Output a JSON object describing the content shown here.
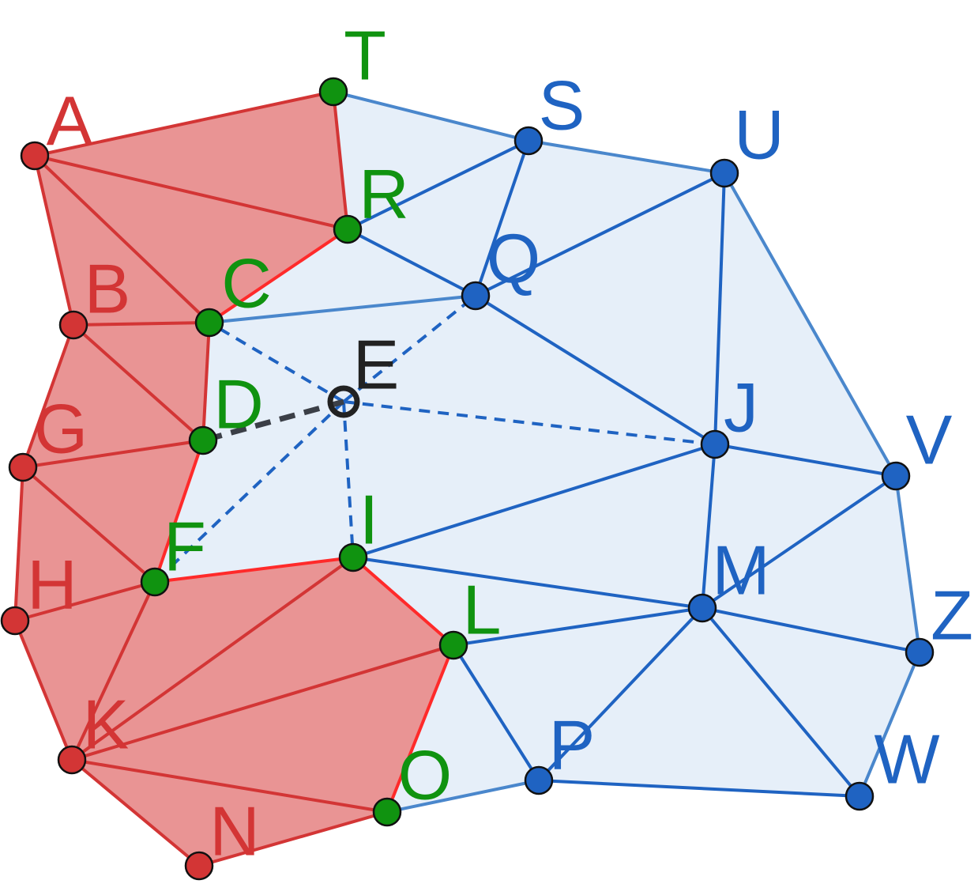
{
  "colors": {
    "red": "#d33535",
    "red_bright": "#ff2a2a",
    "red_fill": "#e99494",
    "blue": "#1f63c2",
    "blue_light": "#4a87cc",
    "blue_fill": "#e6eff9",
    "green": "#109310",
    "black": "#222222",
    "dash_dark": "#3b3f47"
  },
  "points": [
    {
      "id": "A",
      "label": "A",
      "group": "red"
    },
    {
      "id": "B",
      "label": "B",
      "group": "red"
    },
    {
      "id": "C",
      "label": "C",
      "group": "green"
    },
    {
      "id": "D",
      "label": "D",
      "group": "green"
    },
    {
      "id": "E",
      "label": "E",
      "group": "center"
    },
    {
      "id": "F",
      "label": "F",
      "group": "green"
    },
    {
      "id": "G",
      "label": "G",
      "group": "red"
    },
    {
      "id": "H",
      "label": "H",
      "group": "red"
    },
    {
      "id": "I",
      "label": "I",
      "group": "green"
    },
    {
      "id": "J",
      "label": "J",
      "group": "blue"
    },
    {
      "id": "K",
      "label": "K",
      "group": "red"
    },
    {
      "id": "L",
      "label": "L",
      "group": "green"
    },
    {
      "id": "M",
      "label": "M",
      "group": "blue"
    },
    {
      "id": "N",
      "label": "N",
      "group": "red"
    },
    {
      "id": "O",
      "label": "O",
      "group": "green"
    },
    {
      "id": "P",
      "label": "P",
      "group": "blue"
    },
    {
      "id": "Q",
      "label": "Q",
      "group": "blue"
    },
    {
      "id": "R",
      "label": "R",
      "group": "green"
    },
    {
      "id": "S",
      "label": "S",
      "group": "blue"
    },
    {
      "id": "T",
      "label": "T",
      "group": "green"
    },
    {
      "id": "U",
      "label": "U",
      "group": "blue"
    },
    {
      "id": "V",
      "label": "V",
      "group": "blue"
    },
    {
      "id": "W",
      "label": "W",
      "group": "blue"
    },
    {
      "id": "Z",
      "label": "Z",
      "group": "blue"
    }
  ],
  "red_region": [
    "A",
    "T",
    "R",
    "C",
    "D",
    "F",
    "I",
    "L",
    "O",
    "N",
    "K",
    "H",
    "G",
    "B"
  ],
  "blue_region": [
    "T",
    "S",
    "U",
    "V",
    "Z",
    "W",
    "P",
    "O",
    "L",
    "I",
    "F",
    "D",
    "C",
    "R"
  ],
  "edges": [
    {
      "a": "A",
      "b": "T",
      "style": "red"
    },
    {
      "a": "A",
      "b": "R",
      "style": "red"
    },
    {
      "a": "A",
      "b": "C",
      "style": "red"
    },
    {
      "a": "A",
      "b": "B",
      "style": "red"
    },
    {
      "a": "T",
      "b": "R",
      "style": "red"
    },
    {
      "a": "R",
      "b": "C",
      "style": "red_bright"
    },
    {
      "a": "B",
      "b": "C",
      "style": "red"
    },
    {
      "a": "B",
      "b": "D",
      "style": "red"
    },
    {
      "a": "B",
      "b": "G",
      "style": "red"
    },
    {
      "a": "C",
      "b": "D",
      "style": "red"
    },
    {
      "a": "D",
      "b": "G",
      "style": "red"
    },
    {
      "a": "D",
      "b": "F",
      "style": "red_bright"
    },
    {
      "a": "G",
      "b": "F",
      "style": "red"
    },
    {
      "a": "G",
      "b": "H",
      "style": "red"
    },
    {
      "a": "H",
      "b": "F",
      "style": "red"
    },
    {
      "a": "H",
      "b": "K",
      "style": "red"
    },
    {
      "a": "F",
      "b": "K",
      "style": "red"
    },
    {
      "a": "F",
      "b": "I",
      "style": "red_bright"
    },
    {
      "a": "K",
      "b": "I",
      "style": "red"
    },
    {
      "a": "K",
      "b": "L",
      "style": "red"
    },
    {
      "a": "K",
      "b": "O",
      "style": "red"
    },
    {
      "a": "K",
      "b": "N",
      "style": "red"
    },
    {
      "a": "I",
      "b": "L",
      "style": "red_bright"
    },
    {
      "a": "L",
      "b": "O",
      "style": "red_bright"
    },
    {
      "a": "N",
      "b": "O",
      "style": "red"
    },
    {
      "a": "T",
      "b": "S",
      "style": "blue_light"
    },
    {
      "a": "S",
      "b": "U",
      "style": "blue_light"
    },
    {
      "a": "U",
      "b": "V",
      "style": "blue_light"
    },
    {
      "a": "V",
      "b": "Z",
      "style": "blue_light"
    },
    {
      "a": "Z",
      "b": "W",
      "style": "blue_light"
    },
    {
      "a": "W",
      "b": "P",
      "style": "blue"
    },
    {
      "a": "P",
      "b": "O",
      "style": "blue_light"
    },
    {
      "a": "C",
      "b": "Q",
      "style": "blue_light"
    },
    {
      "a": "R",
      "b": "S",
      "style": "blue"
    },
    {
      "a": "R",
      "b": "Q",
      "style": "blue"
    },
    {
      "a": "S",
      "b": "Q",
      "style": "blue"
    },
    {
      "a": "Q",
      "b": "U",
      "style": "blue"
    },
    {
      "a": "Q",
      "b": "J",
      "style": "blue"
    },
    {
      "a": "U",
      "b": "J",
      "style": "blue"
    },
    {
      "a": "J",
      "b": "V",
      "style": "blue"
    },
    {
      "a": "J",
      "b": "I",
      "style": "blue"
    },
    {
      "a": "J",
      "b": "M",
      "style": "blue"
    },
    {
      "a": "I",
      "b": "M",
      "style": "blue"
    },
    {
      "a": "M",
      "b": "V",
      "style": "blue"
    },
    {
      "a": "M",
      "b": "Z",
      "style": "blue"
    },
    {
      "a": "M",
      "b": "L",
      "style": "blue"
    },
    {
      "a": "M",
      "b": "P",
      "style": "blue"
    },
    {
      "a": "M",
      "b": "W",
      "style": "blue"
    },
    {
      "a": "L",
      "b": "P",
      "style": "blue"
    },
    {
      "a": "E",
      "b": "C",
      "style": "blue_dashed"
    },
    {
      "a": "E",
      "b": "Q",
      "style": "blue_dashed"
    },
    {
      "a": "E",
      "b": "J",
      "style": "blue_dashed"
    },
    {
      "a": "E",
      "b": "F",
      "style": "blue_dashed"
    },
    {
      "a": "E",
      "b": "I",
      "style": "blue_dashed"
    },
    {
      "a": "E",
      "b": "D",
      "style": "dark_dashed"
    }
  ]
}
